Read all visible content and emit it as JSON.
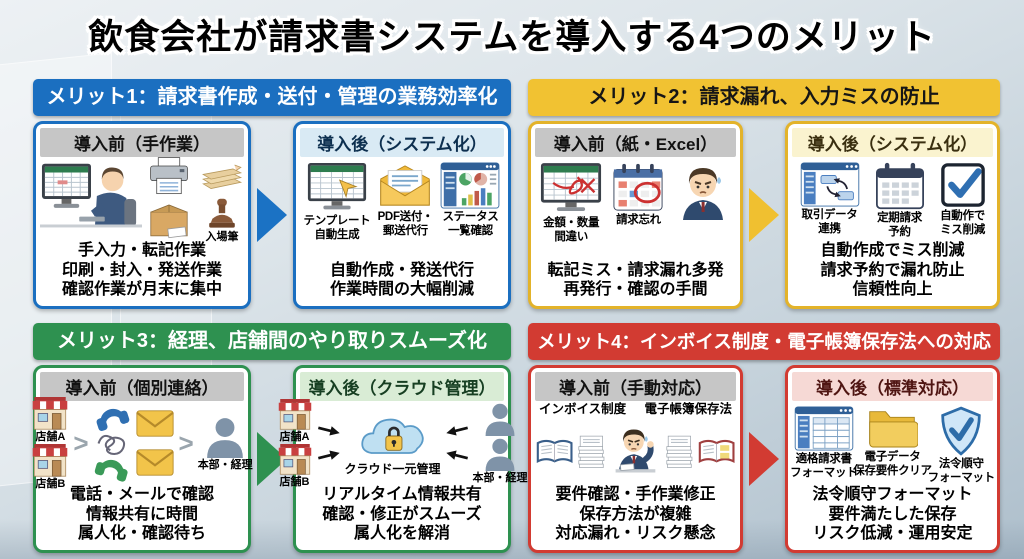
{
  "page": {
    "title": "飲食会社が請求書システムを導入する4つのメリット"
  },
  "colors": {
    "merit1_blue": "#1b6fc0",
    "merit2_yellow": "#f1c232",
    "merit3_green": "#2e9150",
    "merit4_red": "#d23b32",
    "before_header_gray": "#c6c6c6",
    "after_header_blue": "#d9eaf4",
    "after_header_yellow": "#faf3cf",
    "after_header_green": "#d9ecd5",
    "after_header_red": "#f6d9d5"
  },
  "panels": [
    {
      "title": "メリット1：請求書作成・送付・管理の業務効率化",
      "before": {
        "label": "導入前（手作業）",
        "stamp_caption": "入場筆",
        "lines": [
          "手入力・転記作業",
          "印刷・封入・発送作業",
          "確認作業が月末に集中"
        ]
      },
      "after": {
        "label": "導入後（システム化）",
        "items": [
          {
            "caption_l1": "テンプレート",
            "caption_l2": "自動生成"
          },
          {
            "caption_l1": "PDF送付・",
            "caption_l2": "郵送代行"
          },
          {
            "caption_l1": "ステータス",
            "caption_l2": "一覧確認"
          }
        ],
        "lines": [
          "自動作成・発送代行",
          "作業時間の大幅削減"
        ]
      }
    },
    {
      "title": "メリット2：請求漏れ、入力ミスの防止",
      "before": {
        "label": "導入前（紙・Excel）",
        "items": [
          {
            "caption_l1": "金額・数量",
            "caption_l2": "間違い"
          },
          {
            "caption_l1": "請求忘れ",
            "caption_l2": ""
          },
          {
            "caption_l1": "",
            "caption_l2": ""
          }
        ],
        "lines": [
          "転記ミス・請求漏れ多発",
          "再発行・確認の手間"
        ]
      },
      "after": {
        "label": "導入後（システム化）",
        "items": [
          {
            "caption_l1": "取引データ",
            "caption_l2": "連携"
          },
          {
            "caption_l1": "定期請求",
            "caption_l2": "予約"
          },
          {
            "caption_l1": "自動作で",
            "caption_l2": "ミス削減"
          }
        ],
        "lines": [
          "自動作成でミス削減",
          "請求予約で漏れ防止",
          "信頼性向上"
        ]
      }
    },
    {
      "title": "メリット3：経理、店舗間のやり取りスムーズ化",
      "before": {
        "label": "導入前（個別連絡）",
        "store_a": "店舗A",
        "store_b": "店舗B",
        "person_label": "本部・経理",
        "lines": [
          "電話・メールで確認",
          "情報共有に時間",
          "属人化・確認待ち"
        ]
      },
      "after": {
        "label": "導入後（クラウド管理）",
        "store_a": "店舗A",
        "store_b": "店舗B",
        "cloud_label": "クラウド一元管理",
        "person_label": "本部・経理",
        "lines": [
          "リアルタイム情報共有",
          "確認・修正がスムーズ",
          "属人化を解消"
        ]
      }
    },
    {
      "title": "メリット4：インボイス制度・電子帳簿保存法への対応",
      "before": {
        "label": "導入前（手動対応）",
        "tag_left": "インボイス制度",
        "tag_right": "電子帳簿保存法",
        "lines": [
          "要件確認・手作業修正",
          "保存方法が複雑",
          "対応漏れ・リスク懸念"
        ]
      },
      "after": {
        "label": "導入後（標準対応）",
        "items": [
          {
            "caption_l1": "適格請求書",
            "caption_l2": "フォーマット"
          },
          {
            "caption_l1": "電子データ",
            "caption_l2": "保存要件クリア"
          },
          {
            "caption_l1": "法令順守",
            "caption_l2": "フォーマット"
          }
        ],
        "lines": [
          "法令順守フォーマット",
          "要件満たした保存",
          "リスク低減・運用安定"
        ]
      }
    }
  ]
}
